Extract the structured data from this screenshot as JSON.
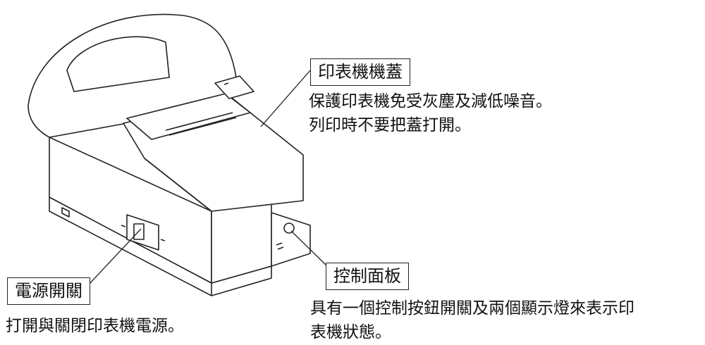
{
  "callouts": {
    "cover": {
      "label": "印表機機蓋",
      "lines": [
        "保護印表機免受灰塵及減低噪音。",
        "列印時不要把蓋打開。"
      ]
    },
    "power": {
      "label": "電源開關",
      "lines": [
        "打開與關閉印表機電源。"
      ]
    },
    "panel": {
      "label": "控制面板",
      "lines": [
        "具有一個控制按鈕開關及兩個顯示燈來表示印",
        "表機狀態。"
      ]
    }
  },
  "colors": {
    "stroke": "#222222",
    "text": "#111111",
    "background": "#ffffff"
  }
}
